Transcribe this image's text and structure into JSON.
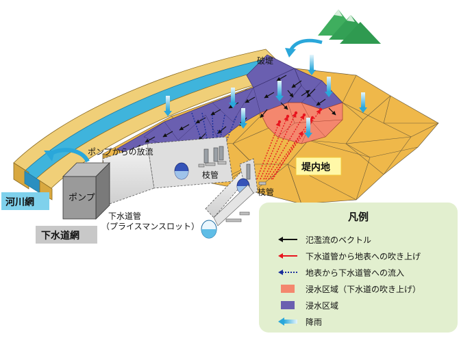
{
  "labels": {
    "breach": "破堤",
    "pump_discharge": "ポンプからの放流",
    "branch_pipe_1": "枝管",
    "branch_pipe_2": "枝管",
    "inland": "堤内地",
    "river_network": "河川網",
    "pump": "ポンプ",
    "sewer_pipe_line1": "下水道管",
    "sewer_pipe_line2": "（プライスマンスロット）",
    "sewer_network": "下水道網"
  },
  "legend": {
    "title": "凡例",
    "items": [
      {
        "label": "氾濫流のベクトル",
        "icon": "black-arrow-icon"
      },
      {
        "label": "下水道管から地表への吹き上げ",
        "icon": "red-arrow-icon"
      },
      {
        "label": "地表から下水道管への流入",
        "icon": "blue-dotted-arrow-icon"
      },
      {
        "label": "浸水区域（下水道の吹き上げ）",
        "icon": "salmon-square-icon"
      },
      {
        "label": "浸水区域",
        "icon": "purple-square-icon"
      },
      {
        "label": "降雨",
        "icon": "rain-arrow-icon"
      }
    ]
  },
  "colors": {
    "ground": "#efb84a",
    "flood": "#6a5fb0",
    "flood_sewer": "#f4876e",
    "river": "#3fb4dc",
    "levee": "#f0cf78",
    "mountain": "#3aa55a",
    "legend_bg": "#e2efcf",
    "pipe": "#e6e6e6",
    "pump": "#9a9a9a"
  }
}
